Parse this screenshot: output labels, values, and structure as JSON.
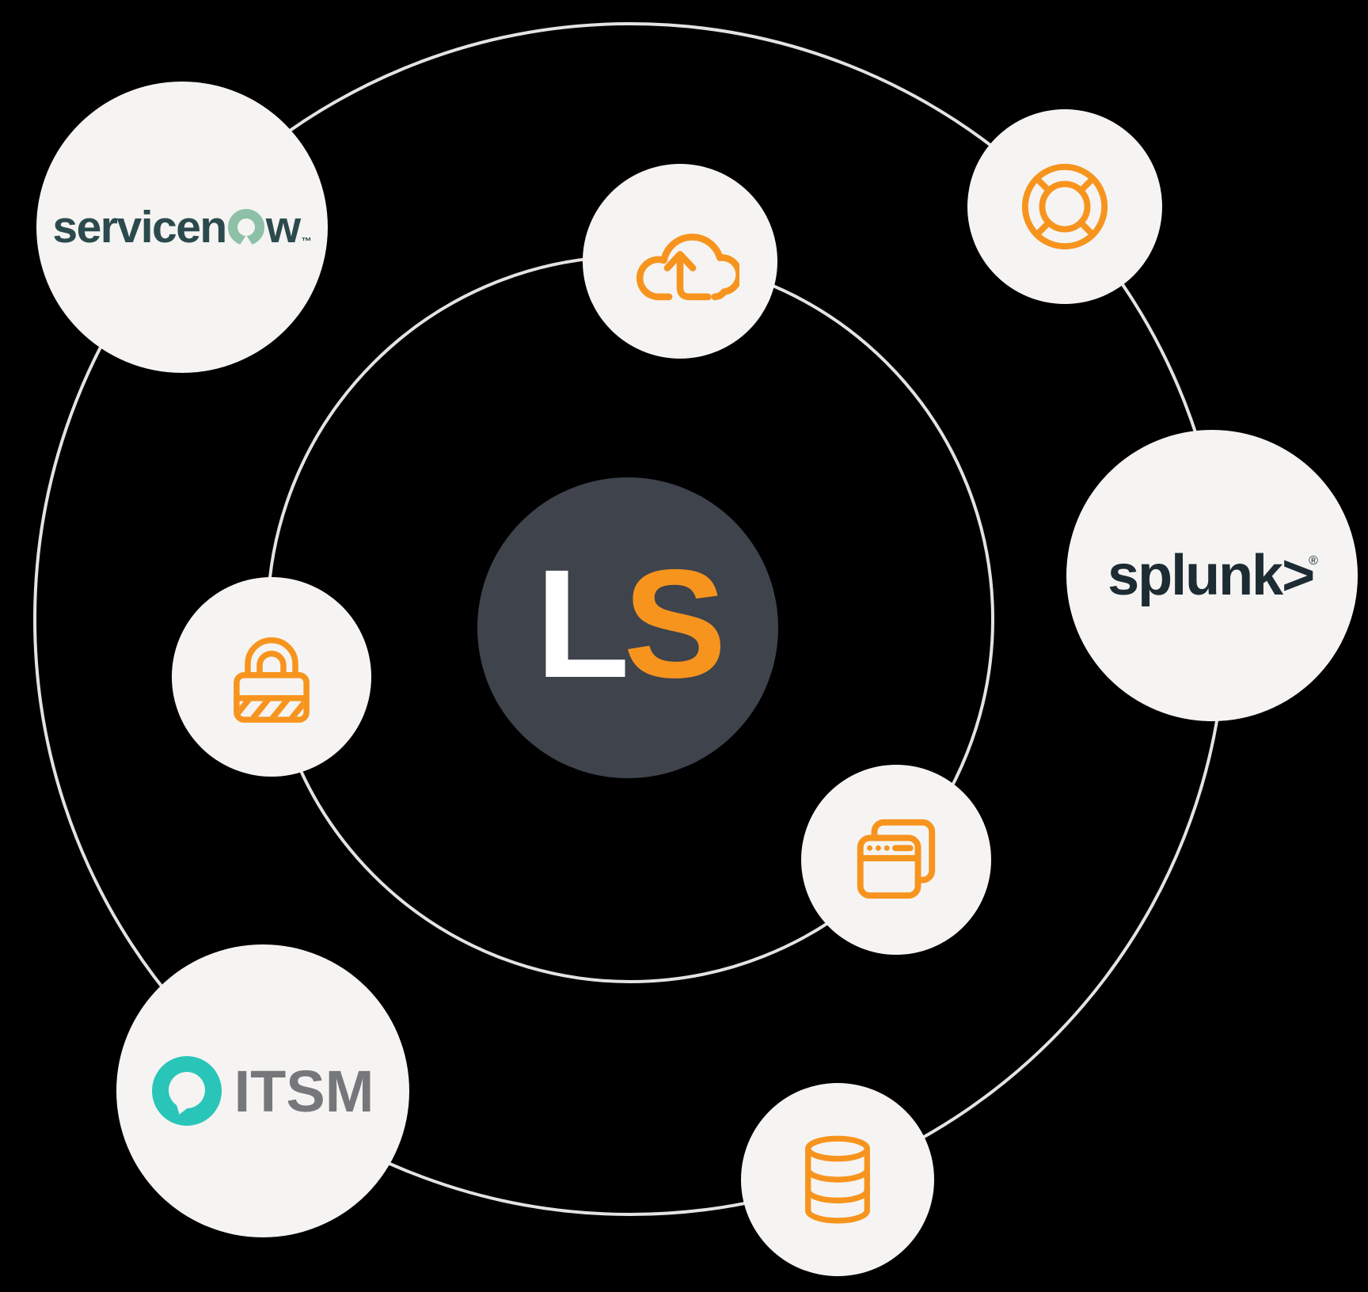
{
  "center": {
    "l": "L",
    "s": "S"
  },
  "nodes": {
    "servicenow": {
      "label": "servicenow",
      "text_left": "servicen",
      "text_right": "w",
      "trademark": "™",
      "o_mark": "speech-bubble-o"
    },
    "cloud_upload": {
      "icon": "cloud-upload-icon"
    },
    "life_ring": {
      "icon": "life-ring-icon"
    },
    "splunk": {
      "label": "splunk>",
      "text": "splunk",
      "chevron": ">",
      "registered": "®"
    },
    "lock": {
      "icon": "padlock-icon"
    },
    "browser_windows": {
      "icon": "browser-windows-icon"
    },
    "database": {
      "icon": "database-icon"
    },
    "itsm": {
      "label": "ITSM",
      "icon": "speech-bubble-icon"
    }
  },
  "colors": {
    "background": "#000000",
    "node_fill": "#f5f4f2",
    "ring_stroke": "#e4e3e1",
    "accent_orange": "#f7941e",
    "center_bg": "#3e434c",
    "center_l": "#ffffff",
    "servicenow_text": "#2c4a4d",
    "servicenow_o": "#8dc0a7",
    "splunk_text": "#1d2b33",
    "itsm_icon": "#2ac5b9",
    "itsm_text": "#76777a"
  }
}
